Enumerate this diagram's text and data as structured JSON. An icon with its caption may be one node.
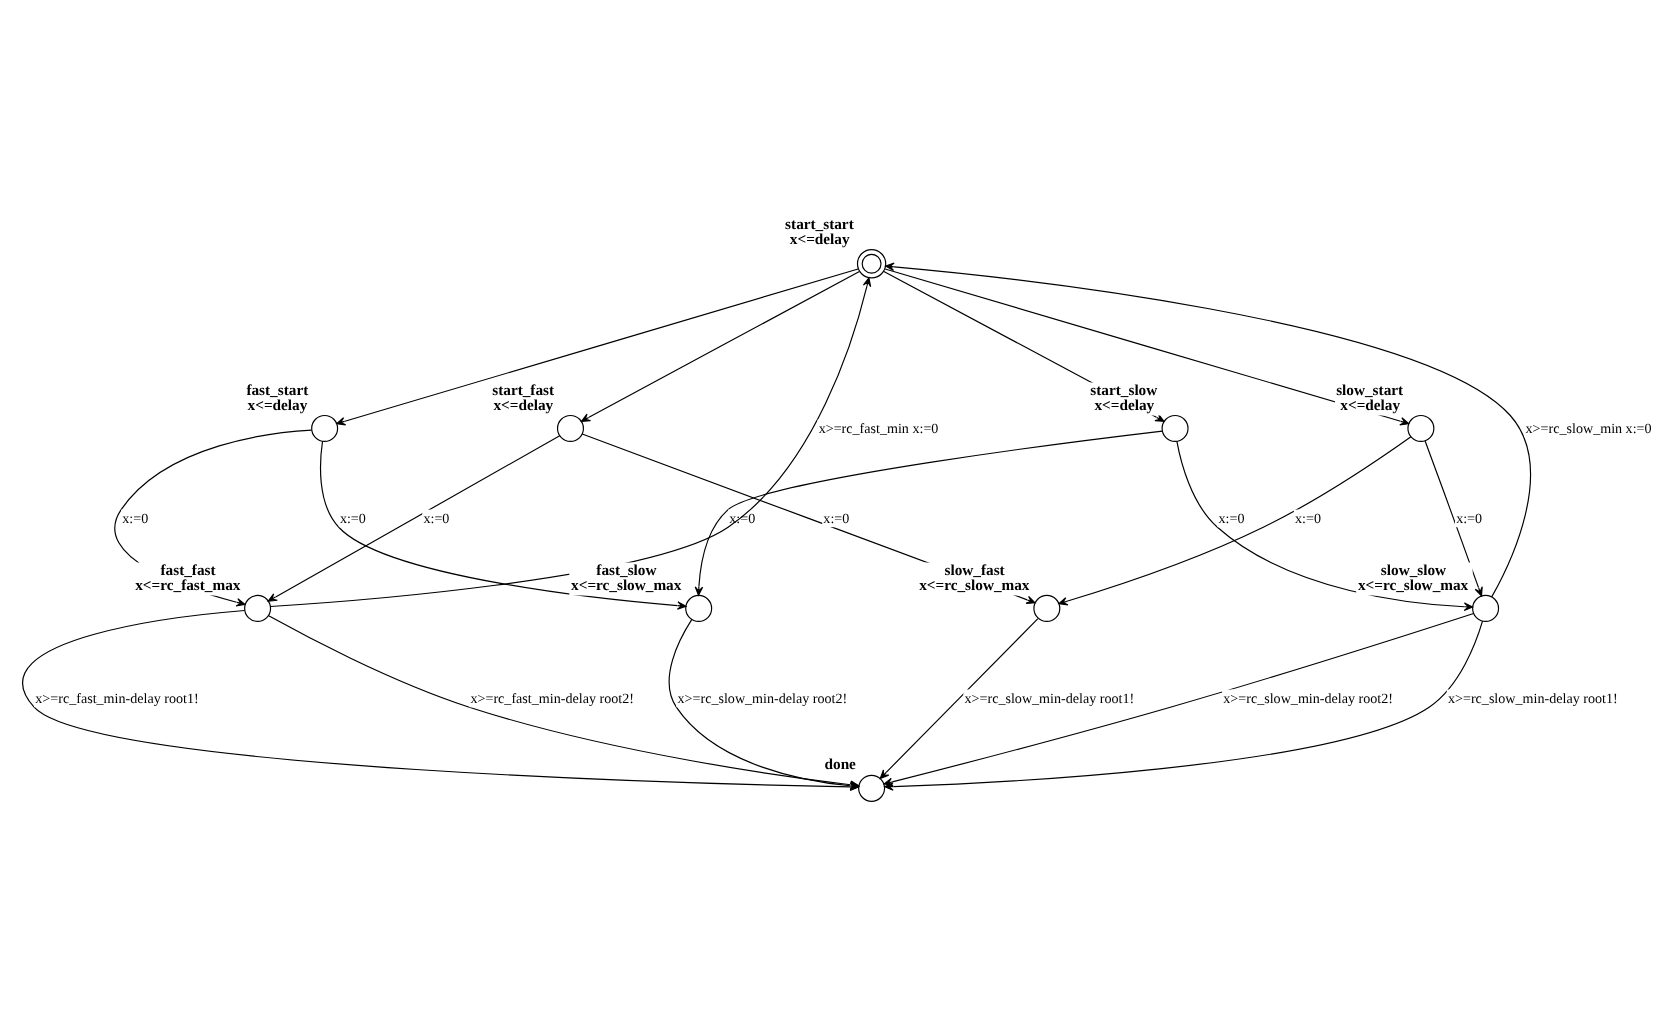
{
  "diagram": {
    "nodes": [
      {
        "text": [
          "start_start",
          "x<=delay"
        ]
      },
      {
        "text": [
          "fast_start",
          "x<=delay"
        ]
      },
      {
        "text": [
          "start_fast",
          "x<=delay"
        ]
      },
      {
        "text": [
          "start_slow",
          "x<=delay"
        ]
      },
      {
        "text": [
          "slow_start",
          "x<=delay"
        ]
      },
      {
        "text": [
          "fast_fast",
          "x<=rc_fast_max"
        ]
      },
      {
        "text": [
          "fast_slow",
          "x<=rc_slow_max"
        ]
      },
      {
        "text": [
          "slow_fast",
          "x<=rc_slow_max"
        ]
      },
      {
        "text": [
          "slow_slow",
          "x<=rc_slow_max"
        ]
      },
      {
        "text": [
          "done"
        ]
      }
    ],
    "edges": [
      {
        "from": 0,
        "to": 1,
        "arrow": "to"
      },
      {
        "from": 0,
        "to": 2,
        "arrow": "to"
      },
      {
        "from": 0,
        "to": 3,
        "arrow": "to"
      },
      {
        "from": 0,
        "to": 4,
        "arrow": "to"
      },
      {
        "from": 1,
        "to": 5,
        "arrow": "to",
        "label": "x:=0"
      },
      {
        "from": 1,
        "to": 6,
        "arrow": "to",
        "label": "x:=0"
      },
      {
        "from": 2,
        "to": 5,
        "arrow": "to",
        "label": "x:=0"
      },
      {
        "from": 2,
        "to": 7,
        "arrow": "to",
        "label": "x:=0"
      },
      {
        "from": 3,
        "to": 6,
        "arrow": "to",
        "label": "x:=0"
      },
      {
        "from": 3,
        "to": 8,
        "arrow": "to",
        "label": "x:=0"
      },
      {
        "from": 4,
        "to": 7,
        "arrow": "to",
        "label": "x:=0"
      },
      {
        "from": 4,
        "to": 8,
        "arrow": "to",
        "label": "x:=0"
      },
      {
        "from": 5,
        "to": 0,
        "arrow": "to",
        "label": "x>=rc_fast_min x:=0"
      },
      {
        "from": 8,
        "to": 0,
        "arrow": "to",
        "label": "x>=rc_slow_min x:=0"
      },
      {
        "from": 5,
        "to": 9,
        "arrow": "to",
        "label": "x>=rc_fast_min-delay root1!"
      },
      {
        "from": 5,
        "to": 9,
        "arrow": "to",
        "label": "x>=rc_fast_min-delay root2!"
      },
      {
        "from": 6,
        "to": 9,
        "arrow": "to",
        "label": "x>=rc_slow_min-delay root2!"
      },
      {
        "from": 7,
        "to": 9,
        "arrow": "to",
        "label": "x>=rc_slow_min-delay root1!"
      },
      {
        "from": 8,
        "to": 9,
        "arrow": "to",
        "label": "x>=rc_slow_min-delay root2!"
      },
      {
        "from": 8,
        "to": 9,
        "arrow": "to",
        "label": "x>=rc_slow_min-delay root1!"
      }
    ]
  }
}
